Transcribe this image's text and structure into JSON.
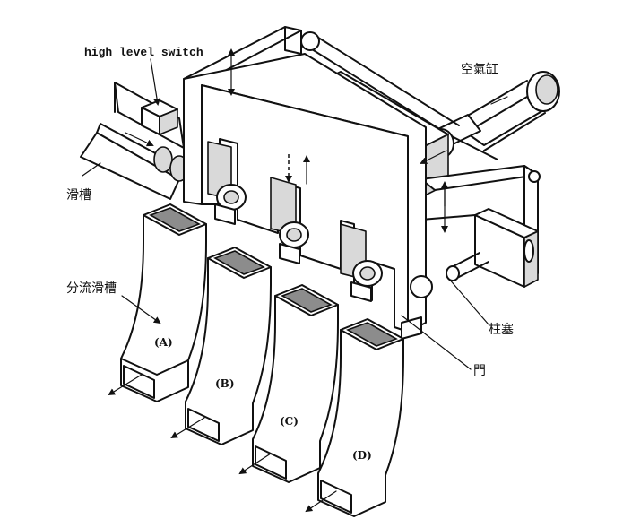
{
  "labels": {
    "high_level_switch": "high level switch",
    "air_cylinder": "空氣缸",
    "chute": "滑槽",
    "branch_chute": "分流滑槽",
    "plunger": "柱塞",
    "gate": "門"
  },
  "chutes": [
    {
      "letter": "(A)"
    },
    {
      "letter": "(B)"
    },
    {
      "letter": "(C)"
    },
    {
      "letter": "(D)"
    }
  ]
}
